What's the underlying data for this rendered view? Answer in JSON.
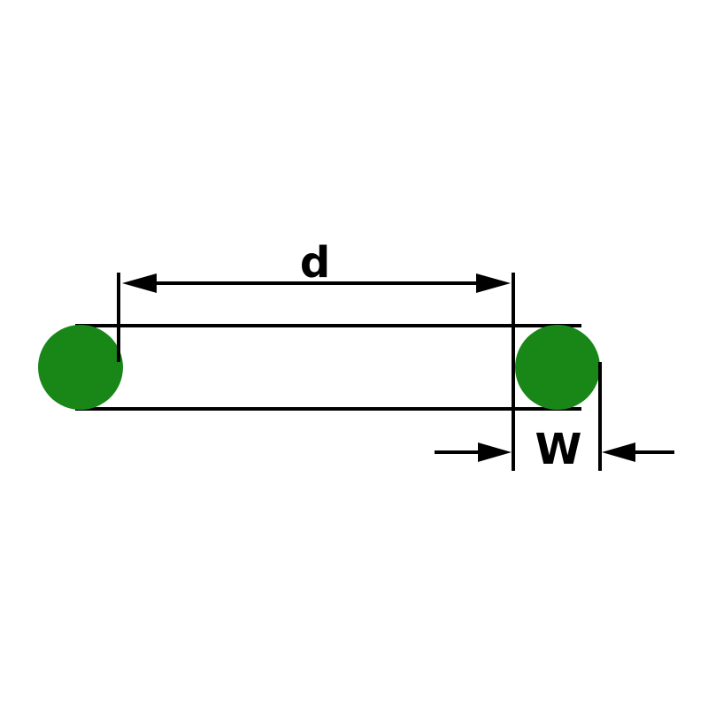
{
  "diagram": {
    "type": "o-ring-dimension-drawing",
    "labels": {
      "inner_diameter": "d",
      "cross_section_width": "W"
    },
    "colors": {
      "ring_fill": "#188718",
      "line": "#000000",
      "background": "#ffffff"
    }
  }
}
